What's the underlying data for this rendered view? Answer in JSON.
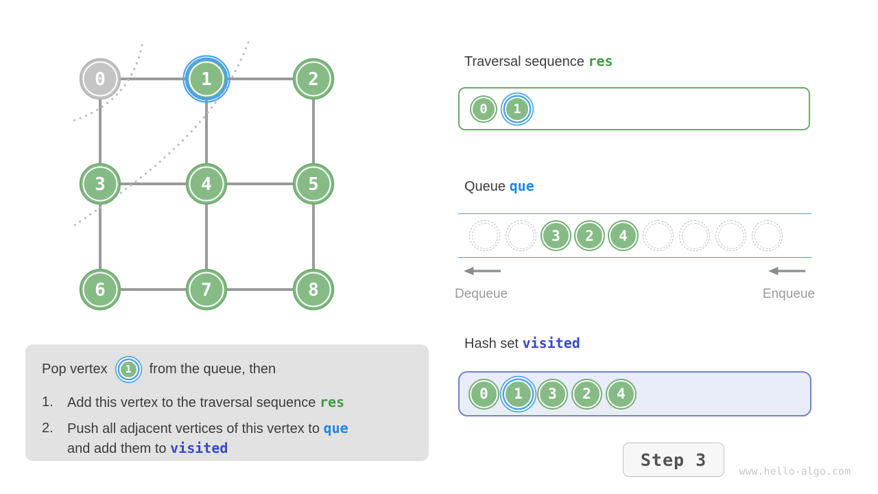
{
  "graph": {
    "vertices": [
      {
        "id": "0",
        "state": "popped"
      },
      {
        "id": "1",
        "state": "current"
      },
      {
        "id": "2",
        "state": "default"
      },
      {
        "id": "3",
        "state": "default"
      },
      {
        "id": "4",
        "state": "default"
      },
      {
        "id": "5",
        "state": "default"
      },
      {
        "id": "6",
        "state": "default"
      },
      {
        "id": "7",
        "state": "default"
      },
      {
        "id": "8",
        "state": "default"
      }
    ]
  },
  "traversal": {
    "title": "Traversal sequence",
    "code": "res",
    "items": [
      "0",
      "1"
    ]
  },
  "queue": {
    "title": "Queue",
    "code": "que",
    "slots": [
      "",
      "",
      "3",
      "2",
      "4",
      "",
      "",
      "",
      ""
    ],
    "dequeue_label": "Dequeue",
    "enqueue_label": "Enqueue"
  },
  "hashset": {
    "title": "Hash set",
    "code": "visited",
    "items": [
      "0",
      "1",
      "3",
      "2",
      "4"
    ]
  },
  "instruction": {
    "intro_prefix": "Pop vertex",
    "intro_vertex": "1",
    "intro_suffix": "from the queue, then",
    "step1_num": "1.",
    "step1_text": "Add this vertex to the traversal sequence",
    "step1_code": "res",
    "step2_num": "2.",
    "step2_text": "Push all adjacent vertices of this vertex to",
    "step2_code": "que",
    "step2_text2": "and add them to",
    "step2_code2": "visited"
  },
  "footer": {
    "step_label": "Step 3",
    "watermark": "www.hello-algo.com"
  },
  "colors": {
    "node_green": "#86BB86",
    "node_green_ring": "#74AE74",
    "node_gray": "#C5C5C5",
    "highlight_blue": "#4BA3EA",
    "res_green": "#3E9B43",
    "que_blue": "#1D87E8",
    "visited_indigo": "#3449D1",
    "queue_line_blue": "#419BED",
    "panel_gray": "#E2E2E2",
    "hashset_bg": "#E9EDF9"
  }
}
